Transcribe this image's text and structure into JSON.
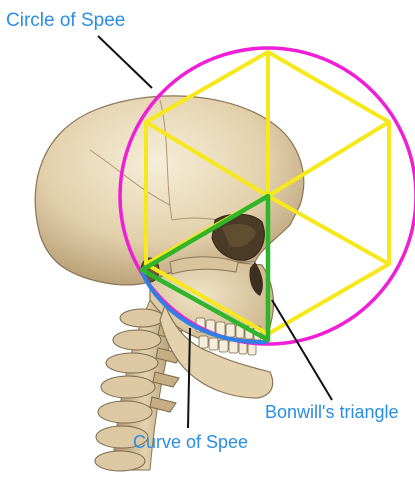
{
  "labels": {
    "circle_of_spee": "Circle of Spee",
    "bonwills_triangle": "Bonwill's triangle",
    "curve_of_spee": "Curve of Spee"
  },
  "colors": {
    "label_text": "#2a8ee6",
    "circle": "#ee1fd6",
    "hexagon": "#f6e81a",
    "triangle": "#2fb52a",
    "curve": "#2f7fe6",
    "leader_line": "#111111",
    "bone_light": "#f1e6cc",
    "bone_mid": "#d8c39c",
    "bone_dark": "#8a7556"
  },
  "icons": {
    "background": "skull-lateral-view-illustration"
  }
}
